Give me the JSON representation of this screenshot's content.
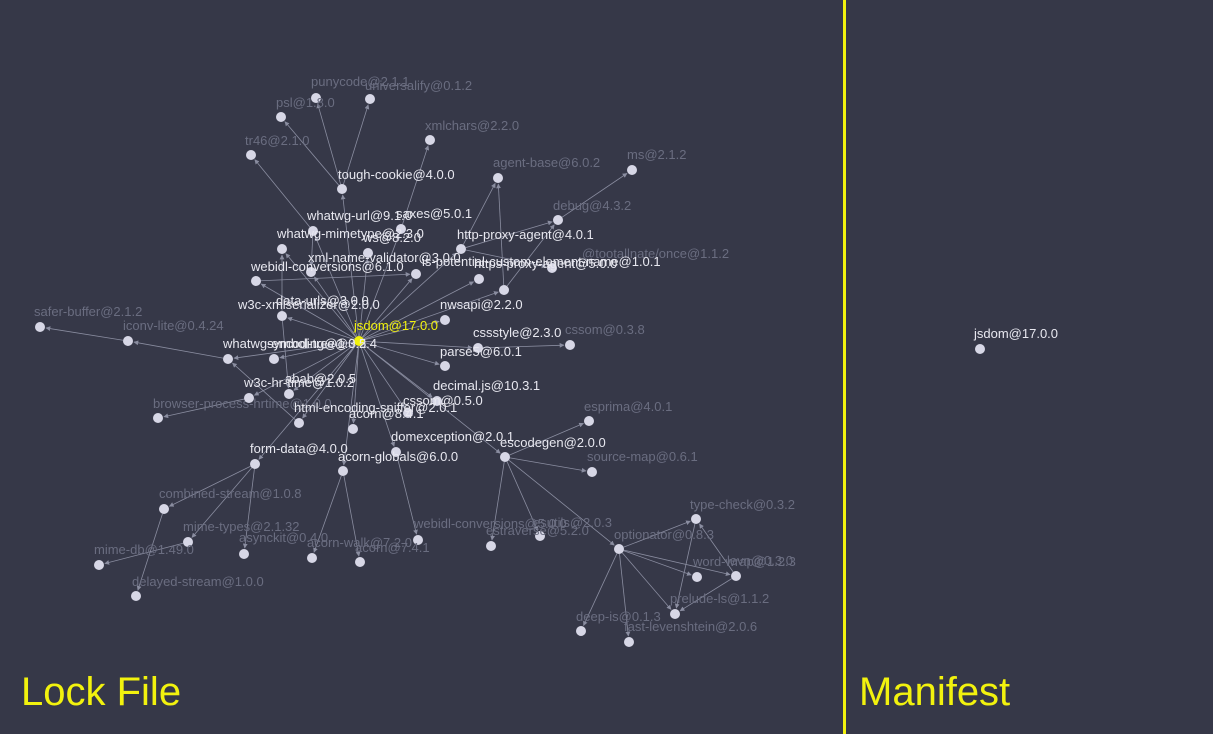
{
  "panels": {
    "left_title": "Lock File",
    "right_title": "Manifest"
  },
  "colors": {
    "background": "#363848",
    "divider": "#f2f20e",
    "root_node": "#f2f20e",
    "node": "#d7d7e6",
    "label_bright": "#e8e8f0",
    "label_dim": "#6a6d80",
    "edge": "#8a8da0"
  },
  "lock_graph": {
    "root": "jsdom@17.0.0",
    "nodes": [
      {
        "id": "jsdom@17.0.0"
      },
      {
        "id": "punycode@2.1.1"
      },
      {
        "id": "universalify@0.1.2"
      },
      {
        "id": "psl@1.8.0"
      },
      {
        "id": "tr46@2.1.0"
      },
      {
        "id": "xmlchars@2.2.0"
      },
      {
        "id": "tough-cookie@4.0.0"
      },
      {
        "id": "agent-base@6.0.2"
      },
      {
        "id": "ms@2.1.2"
      },
      {
        "id": "debug@4.3.2"
      },
      {
        "id": "saxes@5.0.1"
      },
      {
        "id": "whatwg-url@9.1.0"
      },
      {
        "id": "http-proxy-agent@4.0.1"
      },
      {
        "id": "whatwg-mimetype@2.3.0"
      },
      {
        "id": "ws@8.2.0"
      },
      {
        "id": "@tootallnate/once@1.1.2"
      },
      {
        "id": "xml-name-validator@3.0.0"
      },
      {
        "id": "is-potential-custom-element-name@1.0.1"
      },
      {
        "id": "https-proxy-agent@5.0.0"
      },
      {
        "id": "webidl-conversions@6.1.0"
      },
      {
        "id": "data-urls@3.0.0"
      },
      {
        "id": "nwsapi@2.2.0"
      },
      {
        "id": "w3c-xmlserializer@2.0.0"
      },
      {
        "id": "safer-buffer@2.1.2"
      },
      {
        "id": "iconv-lite@0.4.24"
      },
      {
        "id": "cssstyle@2.3.0"
      },
      {
        "id": "cssom@0.3.8"
      },
      {
        "id": "whatwg-encoding@1.0.5"
      },
      {
        "id": "symbol-tree@3.2.4"
      },
      {
        "id": "parse5@6.0.1"
      },
      {
        "id": "abab@2.0.5"
      },
      {
        "id": "w3c-hr-time@1.0.2"
      },
      {
        "id": "decimal.js@10.3.1"
      },
      {
        "id": "browser-process-hrtime@1.0.0"
      },
      {
        "id": "cssom@0.5.0"
      },
      {
        "id": "html-encoding-sniffer@2.0.1"
      },
      {
        "id": "acorn@8.4.1"
      },
      {
        "id": "esprima@4.0.1"
      },
      {
        "id": "domexception@2.0.1"
      },
      {
        "id": "escodegen@2.0.0"
      },
      {
        "id": "form-data@4.0.0"
      },
      {
        "id": "acorn-globals@6.0.0"
      },
      {
        "id": "source-map@0.6.1"
      },
      {
        "id": "combined-stream@1.0.8"
      },
      {
        "id": "type-check@0.3.2"
      },
      {
        "id": "mime-types@2.1.32"
      },
      {
        "id": "asynckit@0.4.0"
      },
      {
        "id": "webidl-conversions@5.0.0"
      },
      {
        "id": "esutils@2.0.3"
      },
      {
        "id": "estraverse@5.2.0"
      },
      {
        "id": "optionator@0.8.3"
      },
      {
        "id": "acorn-walk@7.2.0"
      },
      {
        "id": "acorn@7.4.1"
      },
      {
        "id": "mime-db@1.49.0"
      },
      {
        "id": "word-wrap@1.2.3"
      },
      {
        "id": "levn@0.3.0"
      },
      {
        "id": "delayed-stream@1.0.0"
      },
      {
        "id": "prelude-ls@1.1.2"
      },
      {
        "id": "deep-is@0.1.3"
      },
      {
        "id": "fast-levenshtein@2.0.6"
      }
    ],
    "edges": [
      [
        "jsdom@17.0.0",
        "tough-cookie@4.0.0"
      ],
      [
        "jsdom@17.0.0",
        "saxes@5.0.1"
      ],
      [
        "jsdom@17.0.0",
        "whatwg-url@9.1.0"
      ],
      [
        "jsdom@17.0.0",
        "http-proxy-agent@4.0.1"
      ],
      [
        "jsdom@17.0.0",
        "whatwg-mimetype@2.3.0"
      ],
      [
        "jsdom@17.0.0",
        "ws@8.2.0"
      ],
      [
        "jsdom@17.0.0",
        "xml-name-validator@3.0.0"
      ],
      [
        "jsdom@17.0.0",
        "is-potential-custom-element-name@1.0.1"
      ],
      [
        "jsdom@17.0.0",
        "https-proxy-agent@5.0.0"
      ],
      [
        "jsdom@17.0.0",
        "webidl-conversions@6.1.0"
      ],
      [
        "jsdom@17.0.0",
        "data-urls@3.0.0"
      ],
      [
        "jsdom@17.0.0",
        "nwsapi@2.2.0"
      ],
      [
        "jsdom@17.0.0",
        "w3c-xmlserializer@2.0.0"
      ],
      [
        "jsdom@17.0.0",
        "cssstyle@2.3.0"
      ],
      [
        "jsdom@17.0.0",
        "whatwg-encoding@1.0.5"
      ],
      [
        "jsdom@17.0.0",
        "symbol-tree@3.2.4"
      ],
      [
        "jsdom@17.0.0",
        "parse5@6.0.1"
      ],
      [
        "jsdom@17.0.0",
        "abab@2.0.5"
      ],
      [
        "jsdom@17.0.0",
        "w3c-hr-time@1.0.2"
      ],
      [
        "jsdom@17.0.0",
        "decimal.js@10.3.1"
      ],
      [
        "jsdom@17.0.0",
        "cssom@0.5.0"
      ],
      [
        "jsdom@17.0.0",
        "html-encoding-sniffer@2.0.1"
      ],
      [
        "jsdom@17.0.0",
        "acorn@8.4.1"
      ],
      [
        "jsdom@17.0.0",
        "domexception@2.0.1"
      ],
      [
        "jsdom@17.0.0",
        "escodegen@2.0.0"
      ],
      [
        "jsdom@17.0.0",
        "form-data@4.0.0"
      ],
      [
        "jsdom@17.0.0",
        "acorn-globals@6.0.0"
      ],
      [
        "tough-cookie@4.0.0",
        "psl@1.8.0"
      ],
      [
        "tough-cookie@4.0.0",
        "punycode@2.1.1"
      ],
      [
        "tough-cookie@4.0.0",
        "universalify@0.1.2"
      ],
      [
        "saxes@5.0.1",
        "xmlchars@2.2.0"
      ],
      [
        "whatwg-url@9.1.0",
        "tr46@2.1.0"
      ],
      [
        "whatwg-url@9.1.0",
        "webidl-conversions@6.1.0"
      ],
      [
        "http-proxy-agent@4.0.1",
        "agent-base@6.0.2"
      ],
      [
        "http-proxy-agent@4.0.1",
        "debug@4.3.2"
      ],
      [
        "http-proxy-agent@4.0.1",
        "@tootallnate/once@1.1.2"
      ],
      [
        "https-proxy-agent@5.0.0",
        "agent-base@6.0.2"
      ],
      [
        "https-proxy-agent@5.0.0",
        "debug@4.3.2"
      ],
      [
        "debug@4.3.2",
        "ms@2.1.2"
      ],
      [
        "data-urls@3.0.0",
        "abab@2.0.5"
      ],
      [
        "data-urls@3.0.0",
        "whatwg-mimetype@2.3.0"
      ],
      [
        "w3c-xmlserializer@2.0.0",
        "xml-name-validator@3.0.0"
      ],
      [
        "cssstyle@2.3.0",
        "cssom@0.3.8"
      ],
      [
        "whatwg-encoding@1.0.5",
        "iconv-lite@0.4.24"
      ],
      [
        "iconv-lite@0.4.24",
        "safer-buffer@2.1.2"
      ],
      [
        "w3c-hr-time@1.0.2",
        "browser-process-hrtime@1.0.0"
      ],
      [
        "html-encoding-sniffer@2.0.1",
        "whatwg-encoding@1.0.5"
      ],
      [
        "domexception@2.0.1",
        "webidl-conversions@5.0.0"
      ],
      [
        "escodegen@2.0.0",
        "esprima@4.0.1"
      ],
      [
        "escodegen@2.0.0",
        "source-map@0.6.1"
      ],
      [
        "escodegen@2.0.0",
        "esutils@2.0.3"
      ],
      [
        "escodegen@2.0.0",
        "estraverse@5.2.0"
      ],
      [
        "escodegen@2.0.0",
        "optionator@0.8.3"
      ],
      [
        "form-data@4.0.0",
        "combined-stream@1.0.8"
      ],
      [
        "form-data@4.0.0",
        "mime-types@2.1.32"
      ],
      [
        "form-data@4.0.0",
        "asynckit@0.4.0"
      ],
      [
        "combined-stream@1.0.8",
        "delayed-stream@1.0.0"
      ],
      [
        "mime-types@2.1.32",
        "mime-db@1.49.0"
      ],
      [
        "acorn-globals@6.0.0",
        "acorn@7.4.1"
      ],
      [
        "acorn-globals@6.0.0",
        "acorn-walk@7.2.0"
      ],
      [
        "optionator@0.8.3",
        "type-check@0.3.2"
      ],
      [
        "optionator@0.8.3",
        "word-wrap@1.2.3"
      ],
      [
        "optionator@0.8.3",
        "levn@0.3.0"
      ],
      [
        "optionator@0.8.3",
        "prelude-ls@1.1.2"
      ],
      [
        "optionator@0.8.3",
        "deep-is@0.1.3"
      ],
      [
        "optionator@0.8.3",
        "fast-levenshtein@2.0.6"
      ],
      [
        "levn@0.3.0",
        "prelude-ls@1.1.2"
      ],
      [
        "levn@0.3.0",
        "type-check@0.3.2"
      ],
      [
        "type-check@0.3.2",
        "prelude-ls@1.1.2"
      ]
    ]
  },
  "manifest_graph": {
    "nodes": [
      {
        "id": "jsdom@17.0.0"
      }
    ]
  }
}
